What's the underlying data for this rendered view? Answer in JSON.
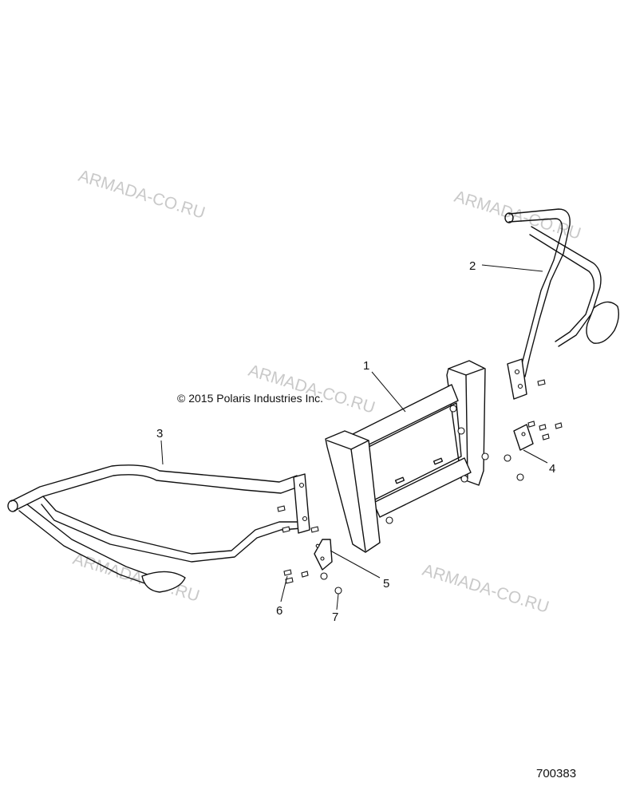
{
  "diagram": {
    "copyright": "© 2015 Polaris Industries Inc.",
    "drawing_number": "700383",
    "watermark": "ARMADA-CO.RU",
    "callouts": [
      {
        "id": "1",
        "label": "1"
      },
      {
        "id": "2",
        "label": "2"
      },
      {
        "id": "3",
        "label": "3"
      },
      {
        "id": "4",
        "label": "4"
      },
      {
        "id": "5",
        "label": "5"
      },
      {
        "id": "6",
        "label": "6"
      },
      {
        "id": "7",
        "label": "7"
      }
    ]
  }
}
